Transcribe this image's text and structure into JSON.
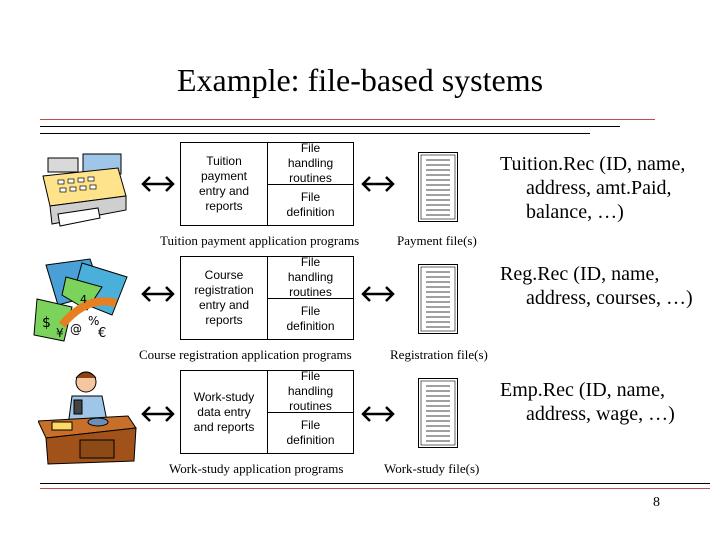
{
  "title": "Example: file-based systems",
  "rows": [
    {
      "program_label": [
        "Tuition",
        "payment",
        "entry and",
        "reports"
      ],
      "handling": [
        "File",
        "handling",
        "routines"
      ],
      "definition": [
        "File",
        "definition"
      ],
      "programs_caption": "Tuition payment application programs",
      "file_caption": "Payment file(s)",
      "record": [
        "Tuition.Rec (ID, name,",
        "address, amt.Paid,",
        "balance, …)"
      ]
    },
    {
      "program_label": [
        "Course",
        "registration",
        "entry and",
        "reports"
      ],
      "handling": [
        "File",
        "handling",
        "routines"
      ],
      "definition": [
        "File",
        "definition"
      ],
      "programs_caption": "Course registration application programs",
      "file_caption": "Registration file(s)",
      "record": [
        "Reg.Rec (ID, name,",
        "address, courses, …)"
      ]
    },
    {
      "program_label": [
        "Work-study",
        "data entry",
        "and reports"
      ],
      "handling": [
        "File",
        "handling",
        "routines"
      ],
      "definition": [
        "File",
        "definition"
      ],
      "programs_caption": "Work-study application programs",
      "file_caption": "Work-study file(s)",
      "record": [
        "Emp.Rec (ID, name,",
        "address, wage, …)"
      ]
    }
  ],
  "clipart": [
    "cash-register-clipart",
    "currency-symbols-clipart",
    "worker-at-desk-clipart"
  ],
  "page_number": "8",
  "colors": {
    "accent_rule": "#c0504d"
  }
}
